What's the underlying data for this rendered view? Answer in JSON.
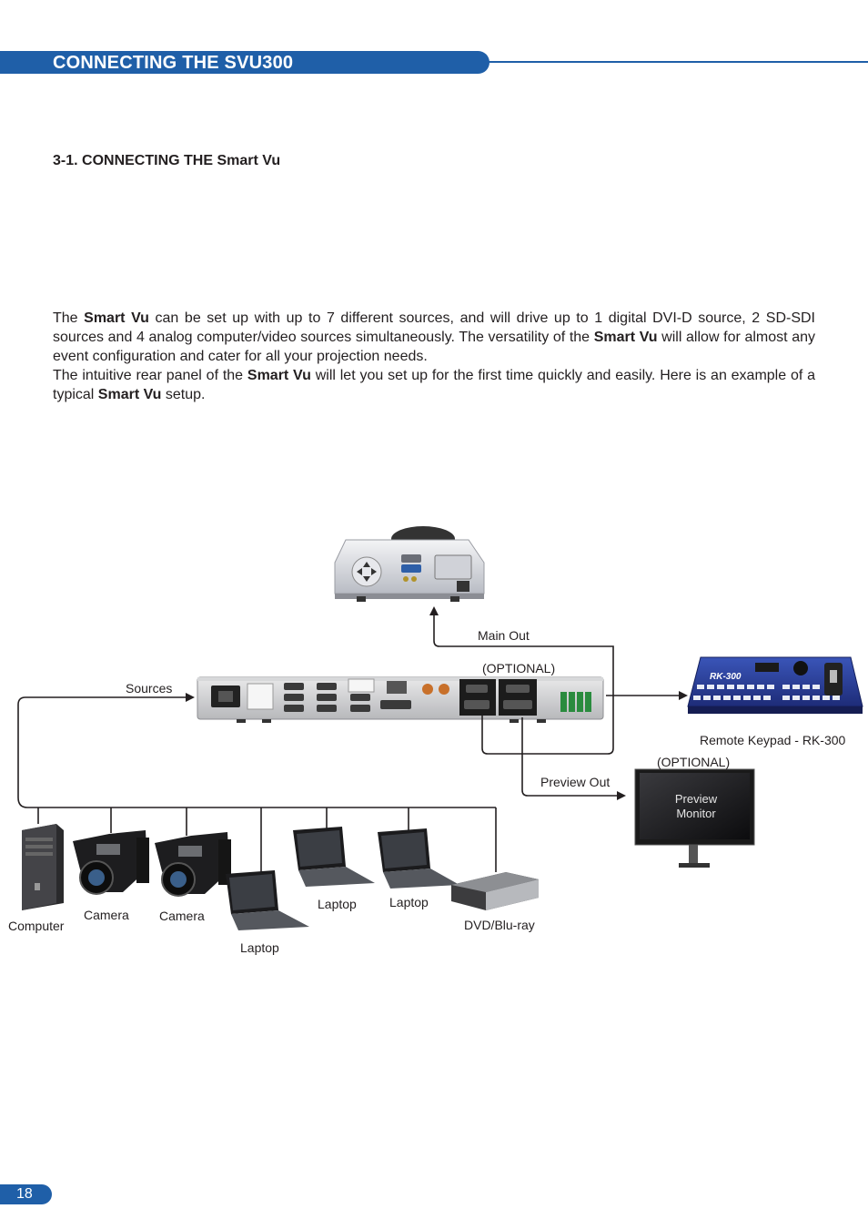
{
  "header": {
    "title": "CONNECTING THE SVU300"
  },
  "section": {
    "heading": "3-1. CONNECTING THE Smart Vu"
  },
  "body": {
    "p1_a": "The ",
    "p1_b": "Smart Vu",
    "p1_c": " can be set up with up to 7 different sources, and will drive up to 1 digital DVI-D source, 2 SD-SDI sources and 4 analog computer/video sources simultaneously. The versatility of the ",
    "p1_d": "Smart Vu",
    "p1_e": " will allow for almost any event configuration and cater for all your projection needs.",
    "p2_a": "The intuitive rear panel of the ",
    "p2_b": "Smart Vu",
    "p2_c": " will let you set up for the first time quickly and easily. Here is an example of a typical ",
    "p2_d": "Smart Vu",
    "p2_e": " setup."
  },
  "diagram": {
    "main_out": "Main Out",
    "optional_1": "(OPTIONAL)",
    "optional_2": "(OPTIONAL)",
    "sources": "Sources",
    "remote_keypad": "Remote Keypad - RK-300",
    "preview_out": "Preview Out",
    "preview_monitor_1": "Preview",
    "preview_monitor_2": "Monitor",
    "rk_logo": "RK-300",
    "computer": "Computer",
    "camera_1": "Camera",
    "camera_2": "Camera",
    "laptop_1": "Laptop",
    "laptop_2": "Laptop",
    "laptop_3": "Laptop",
    "dvd": "DVD/Blu-ray"
  },
  "colors": {
    "brand_blue": "#1f5fa8",
    "keypad_blue": "#2b3f9a"
  },
  "footer": {
    "page_number": "18"
  }
}
